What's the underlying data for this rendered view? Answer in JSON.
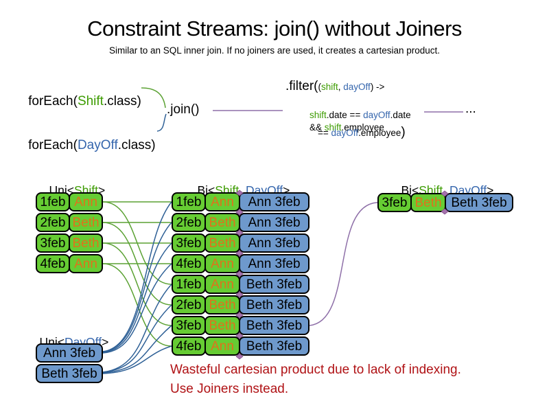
{
  "slide": {
    "title": "Constraint Streams: join() without Joiners",
    "subtitle": "Similar to an SQL inner join. If no joiners are used, it creates a cartesian product.",
    "warning_line1": "Wasteful cartesian product due to lack of indexing.",
    "warning_line2": "Use Joiners instead."
  },
  "code": {
    "foreach_shift": {
      "fn": "forEach(",
      "arg": "Shift",
      "suffix": ".class)"
    },
    "foreach_dayoff": {
      "fn": "forEach(",
      "arg": "DayOff",
      "suffix": ".class)"
    },
    "join": ".join()",
    "filter": {
      "head": ".filter(",
      "sig_open": "(",
      "param_shift": "shift",
      "sig_sep": ", ",
      "param_dayoff": "dayOff",
      "sig_close": ") ->",
      "l2_shift": "shift",
      "l2_mid": ".date == ",
      "l2_dayoff": "dayOff",
      "l2_end": ".date",
      "l3_op": "&& ",
      "l3_shift": "shift",
      "l3_end": ".employee",
      "l4_op": "== ",
      "l4_dayoff": "dayOff",
      "l4_end": ".employee",
      "l4_close": ")"
    },
    "ellipsis": "..."
  },
  "headers": {
    "uni_shift": {
      "pre": "Uni<",
      "type": "Shift",
      "post": ">"
    },
    "bi_mid": {
      "pre": "Bi<",
      "type1": "Shift",
      "sep": ", ",
      "type2": "DayOff",
      "post": ">"
    },
    "bi_right": {
      "pre": "Bi<",
      "type1": "Shift",
      "sep": ", ",
      "type2": "DayOff",
      "post": ">"
    },
    "uni_dayoff": {
      "pre": "Uni<",
      "type": "DayOff",
      "post": ">"
    }
  },
  "uni_shift_rows": [
    {
      "date": "1feb",
      "employee": "Ann"
    },
    {
      "date": "2feb",
      "employee": "Beth"
    },
    {
      "date": "3feb",
      "employee": "Beth"
    },
    {
      "date": "4feb",
      "employee": "Ann"
    }
  ],
  "uni_dayoff_rows": [
    {
      "label": "Ann 3feb"
    },
    {
      "label": "Beth 3feb"
    }
  ],
  "bi_rows": [
    {
      "date": "1feb",
      "employee": "Ann",
      "dayoff": "Ann 3feb"
    },
    {
      "date": "2feb",
      "employee": "Beth",
      "dayoff": "Ann 3feb"
    },
    {
      "date": "3feb",
      "employee": "Beth",
      "dayoff": "Ann 3feb"
    },
    {
      "date": "4feb",
      "employee": "Ann",
      "dayoff": "Ann 3feb"
    },
    {
      "date": "1feb",
      "employee": "Ann",
      "dayoff": "Beth 3feb"
    },
    {
      "date": "2feb",
      "employee": "Beth",
      "dayoff": "Beth 3feb"
    },
    {
      "date": "3feb",
      "employee": "Beth",
      "dayoff": "Beth 3feb"
    },
    {
      "date": "4feb",
      "employee": "Ann",
      "dayoff": "Beth 3feb"
    }
  ],
  "result_row": {
    "date": "3feb",
    "employee": "Beth",
    "dayoff": "Beth 3feb"
  },
  "colors": {
    "shift_green_fill": "#66cc33",
    "dayoff_blue_fill": "#6e99cc",
    "shift_text_green": "#3c9b00",
    "dayoff_text_blue": "#3566ad",
    "employee_orange": "#e0711c",
    "warning_red": "#b01215",
    "join_line_purple": "#8e6fa8",
    "shift_line_green": "#5aa132",
    "dayoff_line_blue": "#2e6096",
    "junction_diamond_purple": "#a571ad"
  }
}
